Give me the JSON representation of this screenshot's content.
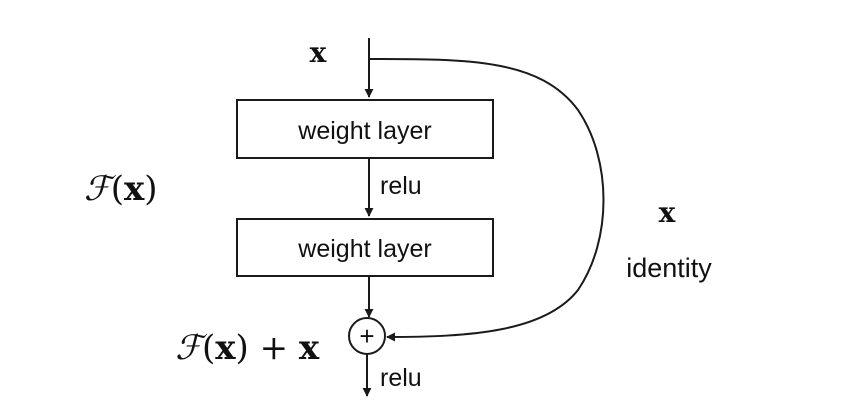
{
  "diagram": {
    "input_label": "x",
    "layer1_label": "weight layer",
    "relu1_label": "relu",
    "layer2_label": "weight layer",
    "relu2_label": "relu",
    "residual_function_label": {
      "func": "ℱ",
      "open": "(",
      "var": "x",
      "close": ")"
    },
    "output_sum_label": {
      "func": "ℱ",
      "open": "(",
      "var": "x",
      "close": ")",
      "plus": " + ",
      "var2": "x"
    },
    "shortcut_var_label": "x",
    "shortcut_name_label": "identity",
    "sum_symbol": "+"
  }
}
